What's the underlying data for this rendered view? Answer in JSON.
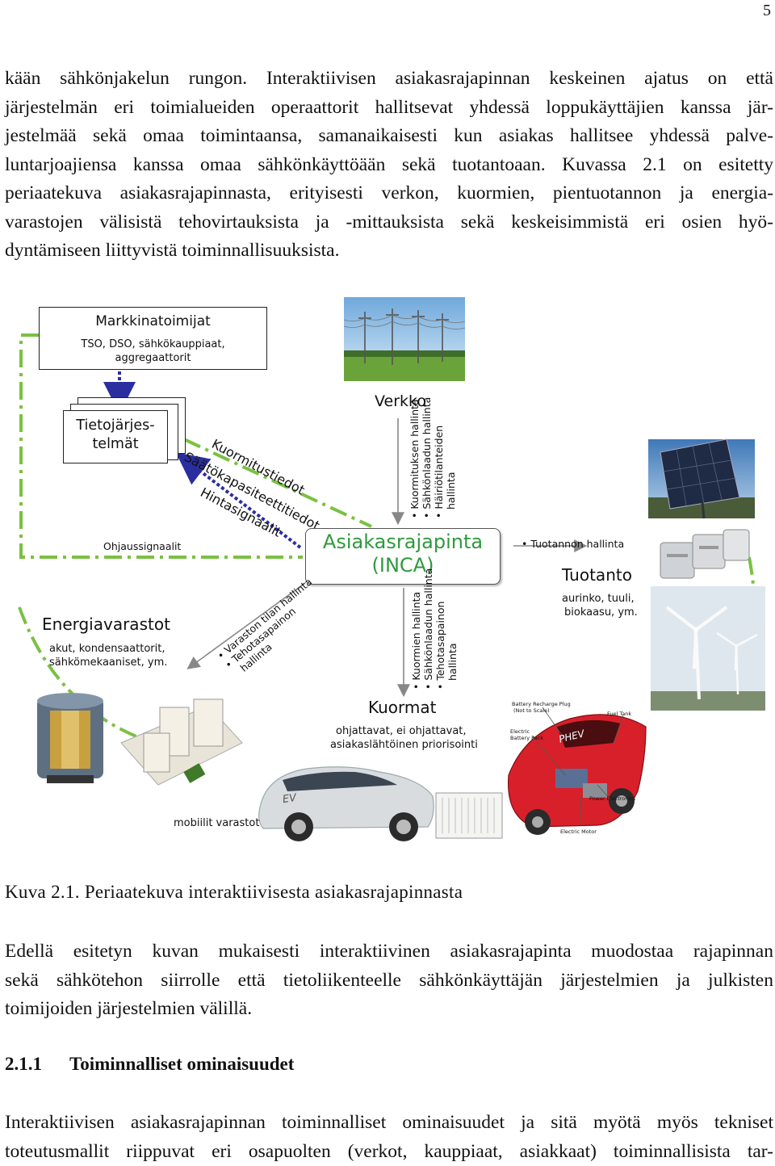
{
  "page_number": "5",
  "intro_paragraph": [
    "kään sähkönjakelun rungon. Interaktiivisen asiakasrajapinnan keskeinen ajatus on että",
    "järjestelmän eri toimialueiden operaattorit hallitsevat yhdessä loppukäyttäjien kanssa jär-",
    "jestelmää sekä omaa toimintaansa, samanaikaisesti kun asiakas hallitsee yhdessä palve-",
    "luntarjoajiensa kanssa omaa sähkönkäyttöään sekä tuotantoaan. Kuvassa 2.1 on esitetty",
    "periaatekuva asiakasrajapinnasta, erityisesti verkon, kuormien, pientuotannon ja energia-",
    "varastojen välisistä tehovirtauksista ja -mittauksista sekä keskeisimmistä eri osien hyö-",
    "dyntämiseen liittyvistä toiminnallisuuksista."
  ],
  "figure": {
    "market": {
      "title": "Markkinatoimijat",
      "subtitle_1": "TSO, DSO, sähkökauppiaat,",
      "subtitle_2": "aggregaattorit"
    },
    "it_systems": {
      "line_1": "Tietojärjes-",
      "line_2": "telmät"
    },
    "data_flows": [
      "Kuormitustiedot",
      "Säätökapasiteettitiedot",
      "Hintasignaalit"
    ],
    "control_signals": "Ohjaussignaalit",
    "grid": {
      "title": "Verkko",
      "functions": [
        "Kuormituksen hallinta",
        "Sähkönlaadun hallinta",
        "Häiriötilanteiden",
        "hallinta"
      ]
    },
    "inca": {
      "line_1": "Asiakasrajapinta",
      "line_2": "(INCA)"
    },
    "production": {
      "function": "Tuotannon hallinta",
      "title": "Tuotanto",
      "desc_1": "aurinko, tuuli,",
      "desc_2": "biokaasu, ym."
    },
    "storage": {
      "title": "Energiavarastot",
      "desc_1": "akut, kondensaattorit,",
      "desc_2": "sähkömekaaniset, ym.",
      "functions": [
        "Varaston tilan hallinta",
        "Tehotasapainon",
        "hallinta"
      ]
    },
    "loads": {
      "title": "Kuormat",
      "desc_1": "ohjattavat, ei ohjattavat,",
      "desc_2": "asiakaslähtöinen priorisointi",
      "functions": [
        "Kuormien hallinta",
        "Sähkönlaadun hallinta",
        "Tehotasapainon",
        "hallinta"
      ]
    },
    "mobile": "mobiilit varastot",
    "ev_label": "EV",
    "phev_label": "PHEV",
    "phev_parts": [
      "Battery Recharge Plug",
      "(Not to Scale)",
      "Fuel Tank",
      "Electric",
      "Battery Pack",
      "Power Electronics",
      "Electric Motor"
    ]
  },
  "caption": "Kuva 2.1. Periaatekuva interaktiivisesta asiakasrajapinnasta",
  "body_paragraph": [
    "Edellä esitetyn kuvan mukaisesti interaktiivinen asiakasrajapinta muodostaa rajapinnan",
    "sekä sähkötehon siirrolle että tietoliikenteelle sähkönkäyttäjän järjestelmien ja julkisten",
    "toimijoiden järjestelmien välillä."
  ],
  "section": {
    "number": "2.1.1",
    "title": "Toiminnalliset ominaisuudet"
  },
  "last_paragraph": [
    "Interaktiivisen asiakasrajapinnan toiminnalliset ominaisuudet ja sitä myötä myös tekniset",
    "toteutusmallit riippuvat eri osapuolten (verkot, kauppiaat, asiakkaat) toiminnallisista tar-"
  ],
  "colors": {
    "green_dash": "#7ac142",
    "blue_dots": "#2b2e9e",
    "arrow_gray": "#888888",
    "car_red": "#d8202a"
  }
}
